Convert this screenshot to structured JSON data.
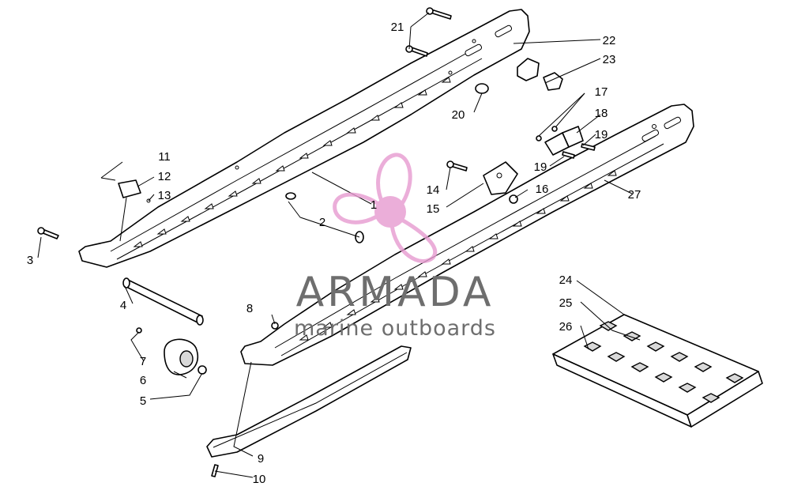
{
  "watermark": {
    "title": "ARMADA",
    "subtitle": "marine outboards",
    "color": "#6e6e6e",
    "logo_color": "#e79ad0",
    "logo_icon": "propeller-logo-icon"
  },
  "callouts": [
    {
      "id": "1",
      "label": "1"
    },
    {
      "id": "2",
      "label": "2"
    },
    {
      "id": "3",
      "label": "3"
    },
    {
      "id": "4",
      "label": "4"
    },
    {
      "id": "5",
      "label": "5"
    },
    {
      "id": "6",
      "label": "6"
    },
    {
      "id": "7",
      "label": "7"
    },
    {
      "id": "8",
      "label": "8"
    },
    {
      "id": "9",
      "label": "9"
    },
    {
      "id": "10",
      "label": "10"
    },
    {
      "id": "11",
      "label": "11"
    },
    {
      "id": "12",
      "label": "12"
    },
    {
      "id": "13",
      "label": "13"
    },
    {
      "id": "14",
      "label": "14"
    },
    {
      "id": "15",
      "label": "15"
    },
    {
      "id": "16",
      "label": "16"
    },
    {
      "id": "17",
      "label": "17"
    },
    {
      "id": "18",
      "label": "18"
    },
    {
      "id": "19a",
      "label": "19"
    },
    {
      "id": "19b",
      "label": "19"
    },
    {
      "id": "20",
      "label": "20"
    },
    {
      "id": "21",
      "label": "21"
    },
    {
      "id": "22",
      "label": "22"
    },
    {
      "id": "23",
      "label": "23"
    },
    {
      "id": "24",
      "label": "24"
    },
    {
      "id": "25",
      "label": "25"
    },
    {
      "id": "26",
      "label": "26"
    },
    {
      "id": "27",
      "label": "27"
    }
  ]
}
